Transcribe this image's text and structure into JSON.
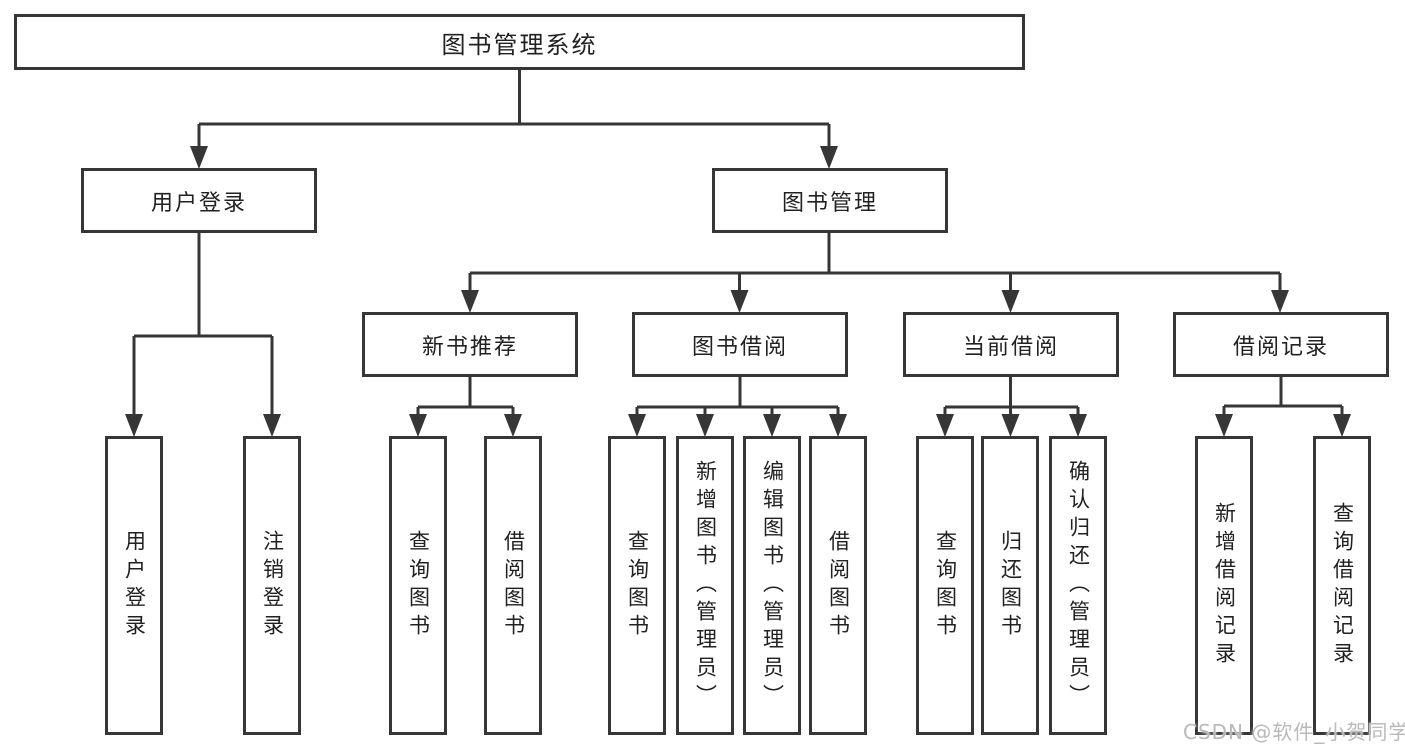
{
  "nodes": {
    "root": {
      "label": "图书管理系统"
    },
    "user_login": {
      "label": "用户登录"
    },
    "book_mgmt": {
      "label": "图书管理"
    },
    "new_book_rec": {
      "label": "新书推荐"
    },
    "book_borrow": {
      "label": "图书借阅"
    },
    "current_borrow": {
      "label": "当前借阅"
    },
    "borrow_records": {
      "label": "借阅记录"
    }
  },
  "leaves": [
    {
      "label": "用户登录"
    },
    {
      "label": "注销登录"
    },
    {
      "label": "查询图书"
    },
    {
      "label": "借阅图书"
    },
    {
      "label": "查询图书"
    },
    {
      "label": "新增图书（管理员）"
    },
    {
      "label": "编辑图书（管理员）"
    },
    {
      "label": "借阅图书"
    },
    {
      "label": "查询图书"
    },
    {
      "label": "归还图书"
    },
    {
      "label": "确认归还（管理员）"
    },
    {
      "label": "新增借阅记录"
    },
    {
      "label": "查询借阅记录"
    }
  ],
  "watermark": {
    "text": "CSDN @软件_小贺同学"
  },
  "colors": {
    "line": "#363636",
    "text": "#212121",
    "background": "#ffffff",
    "watermark": "#b9b9b9"
  }
}
